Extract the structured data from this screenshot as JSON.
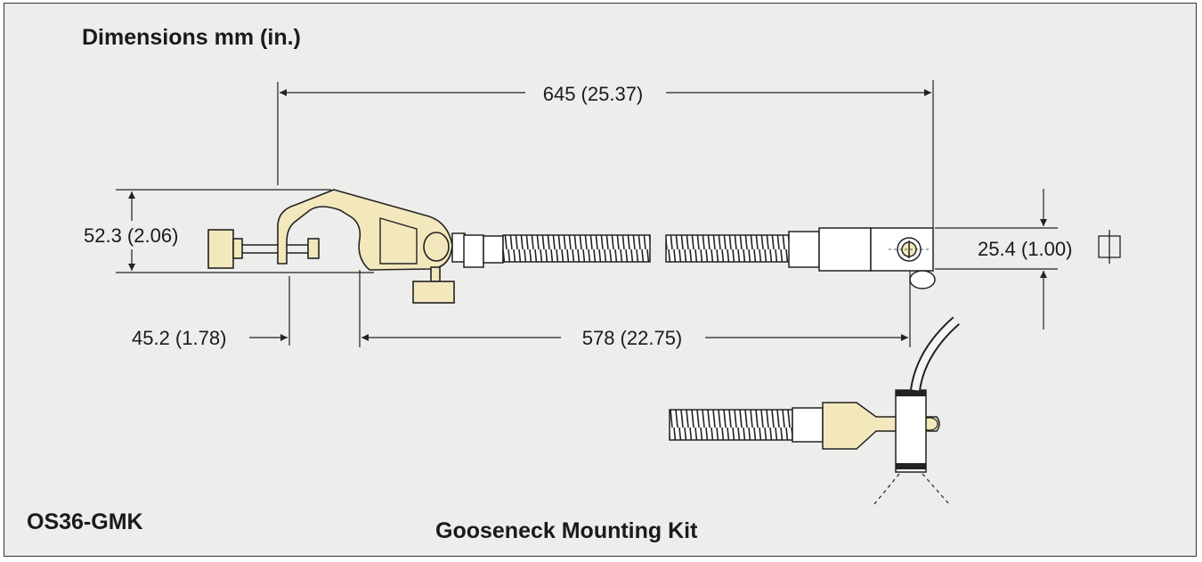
{
  "title": "Dimensions mm (in.)",
  "model": "OS36-GMK",
  "caption": "Gooseneck Mounting Kit",
  "dimensions": {
    "overall_length": "645 (25.37)",
    "clamp_height": "52.3 (2.06)",
    "clamp_offset": "45.2 (1.78)",
    "hose_length": "578 (22.75)",
    "mount_diameter": "25.4 (1.00)"
  },
  "colors": {
    "background": "#ededeb",
    "part_fill": "#f2e8bc",
    "line": "#222222"
  }
}
